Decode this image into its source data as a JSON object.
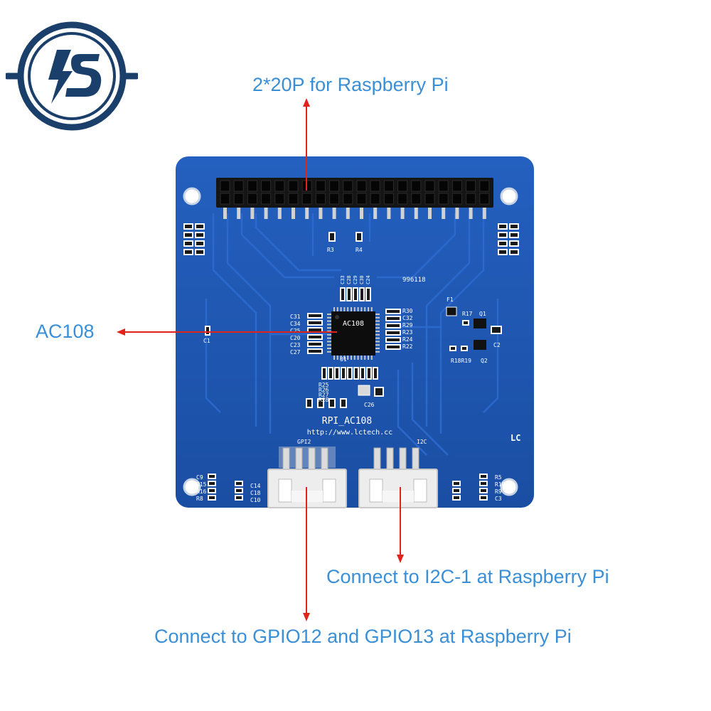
{
  "logo": {
    "icon": "is-logo-icon",
    "color": "#1b3f6b"
  },
  "callouts": {
    "header": "2*20P for Raspberry Pi",
    "chip": "AC108",
    "i2c": "Connect to I2C-1 at Raspberry Pi",
    "gpio": "Connect to GPIO12 and GPIO13 at Raspberry Pi",
    "text_color": "#3a8fd6",
    "arrow_color": "#e0241b"
  },
  "board": {
    "color": "#1e56b0",
    "model": "RPI_AC108",
    "url": "http://www.lctech.cc",
    "chip_label": "AC108",
    "brand": "LC",
    "code": "996118",
    "connector_left_label": "GPI2",
    "connector_right_label": "I2C",
    "parts": {
      "u1": "U1",
      "f1": "F1",
      "r3": "R3",
      "r4": "R4",
      "q1": "Q1",
      "q2": "Q2",
      "r17": "R17",
      "r18r19": "R18R19",
      "c1": "C1",
      "c2": "C2",
      "c26": "C26",
      "left_caps": [
        "C31",
        "C34",
        "C25",
        "C20",
        "C23",
        "C27"
      ],
      "right_caps": [
        "R30",
        "C32",
        "R29",
        "R23",
        "R24",
        "R22"
      ],
      "top_caps": [
        "C33",
        "C28",
        "C29",
        "C30",
        "C24"
      ],
      "bot_left": [
        "C9",
        "R15",
        "R16",
        "R8"
      ],
      "bot_left2": [
        "C14",
        "C18",
        "C10"
      ],
      "bot_right": [
        "R5",
        "R10",
        "R9",
        "C3"
      ],
      "mid_left": [
        "R25",
        "R26",
        "R27",
        "R28"
      ]
    }
  }
}
